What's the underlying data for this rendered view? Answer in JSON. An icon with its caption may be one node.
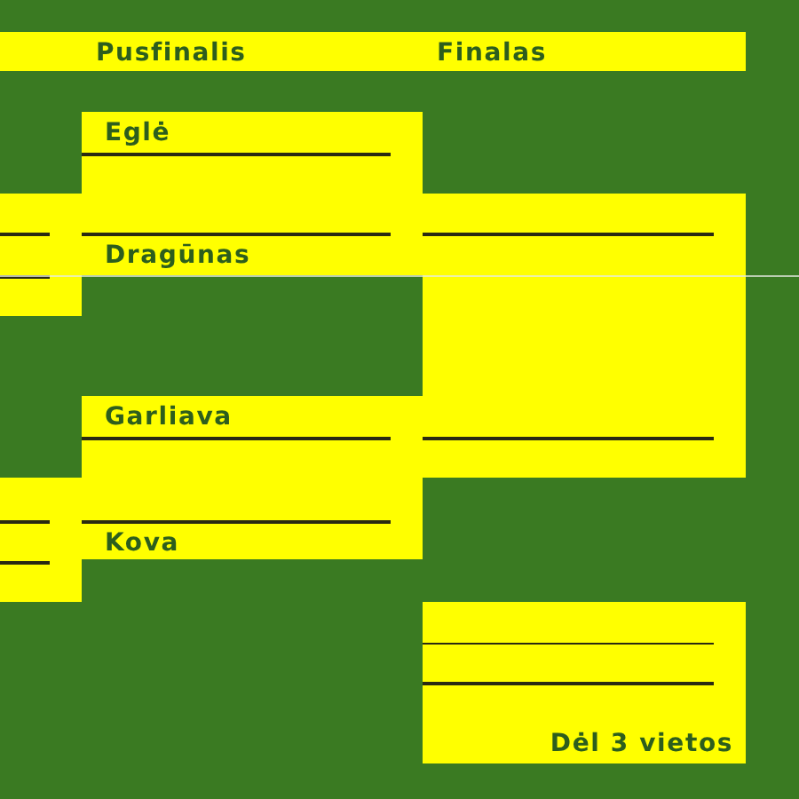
{
  "diagram": {
    "nodes": [
      {
        "text": [
          "Pusfinalis",
          "Finalas"
        ]
      },
      {
        "text": [
          "Eglė",
          "Dragūnas"
        ]
      },
      {
        "text": [],
        "shape": "box"
      },
      {
        "text": [],
        "shape": "box"
      },
      {
        "text": [
          "Garliava",
          "Kova"
        ]
      },
      {
        "text": [],
        "shape": "box"
      },
      {
        "text": [
          "Dėl 3 vietos"
        ]
      }
    ]
  }
}
